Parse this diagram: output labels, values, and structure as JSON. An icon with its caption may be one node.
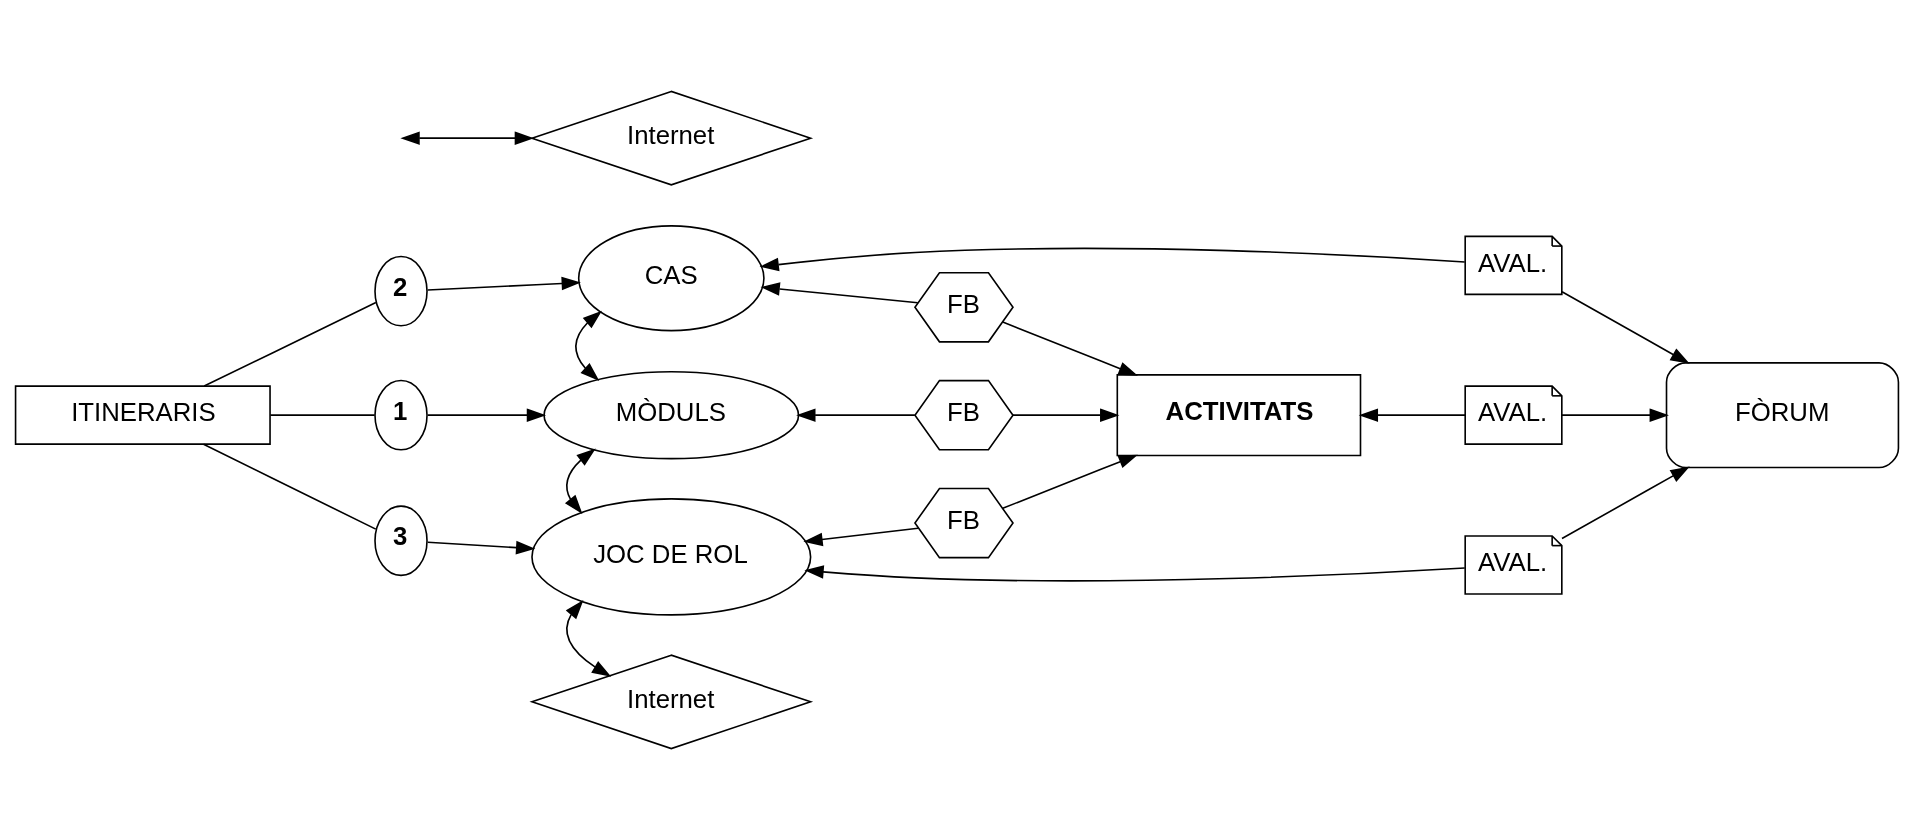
{
  "diagram": {
    "nodes": [
      {
        "text": [
          "Internet"
        ]
      },
      {
        "text": [
          "CAS"
        ]
      },
      {
        "text": [
          "AVAL."
        ]
      },
      {
        "text": [
          "2"
        ]
      },
      {
        "text": [
          "FB"
        ]
      },
      {
        "text": [
          "ITINERARIS"
        ]
      },
      {
        "text": [
          "1"
        ]
      },
      {
        "text": [
          "MÒDULS"
        ]
      },
      {
        "text": [
          "FB"
        ]
      },
      {
        "text": [
          "ACTIVITATS"
        ]
      },
      {
        "text": [
          "AVAL."
        ]
      },
      {
        "text": [
          "FÒRUM"
        ]
      },
      {
        "text": [
          "AVAL."
        ]
      },
      {
        "text": [
          "FB"
        ]
      },
      {
        "text": [
          "3"
        ]
      },
      {
        "text": [
          "JOC DE ROL"
        ]
      },
      {
        "text": [
          "Internet"
        ]
      }
    ],
    "edges": [
      {
        "from": null,
        "to": 0,
        "arrow": "both"
      },
      {
        "from": 5,
        "to": 3,
        "arrow": "none"
      },
      {
        "from": 3,
        "to": 1,
        "arrow": "to"
      },
      {
        "from": 5,
        "to": 6,
        "arrow": "none"
      },
      {
        "from": 6,
        "to": 7,
        "arrow": "to"
      },
      {
        "from": 5,
        "to": 14,
        "arrow": "none"
      },
      {
        "from": 14,
        "to": 15,
        "arrow": "to"
      },
      {
        "from": 1,
        "to": 7,
        "arrow": "both"
      },
      {
        "from": 7,
        "to": 15,
        "arrow": "both"
      },
      {
        "from": 15,
        "to": 16,
        "arrow": "both"
      },
      {
        "from": 4,
        "to": 1,
        "arrow": "to"
      },
      {
        "from": 4,
        "to": 9,
        "arrow": "to"
      },
      {
        "from": 8,
        "to": 7,
        "arrow": "to"
      },
      {
        "from": 8,
        "to": 9,
        "arrow": "to"
      },
      {
        "from": 13,
        "to": 9,
        "arrow": "to"
      },
      {
        "from": 13,
        "to": 15,
        "arrow": "to"
      },
      {
        "from": 2,
        "to": 1,
        "arrow": "to"
      },
      {
        "from": 2,
        "to": 11,
        "arrow": "to"
      },
      {
        "from": 10,
        "to": 9,
        "arrow": "to"
      },
      {
        "from": 10,
        "to": 11,
        "arrow": "to"
      },
      {
        "from": 12,
        "to": 15,
        "arrow": "to"
      },
      {
        "from": 12,
        "to": 11,
        "arrow": "to"
      }
    ]
  }
}
